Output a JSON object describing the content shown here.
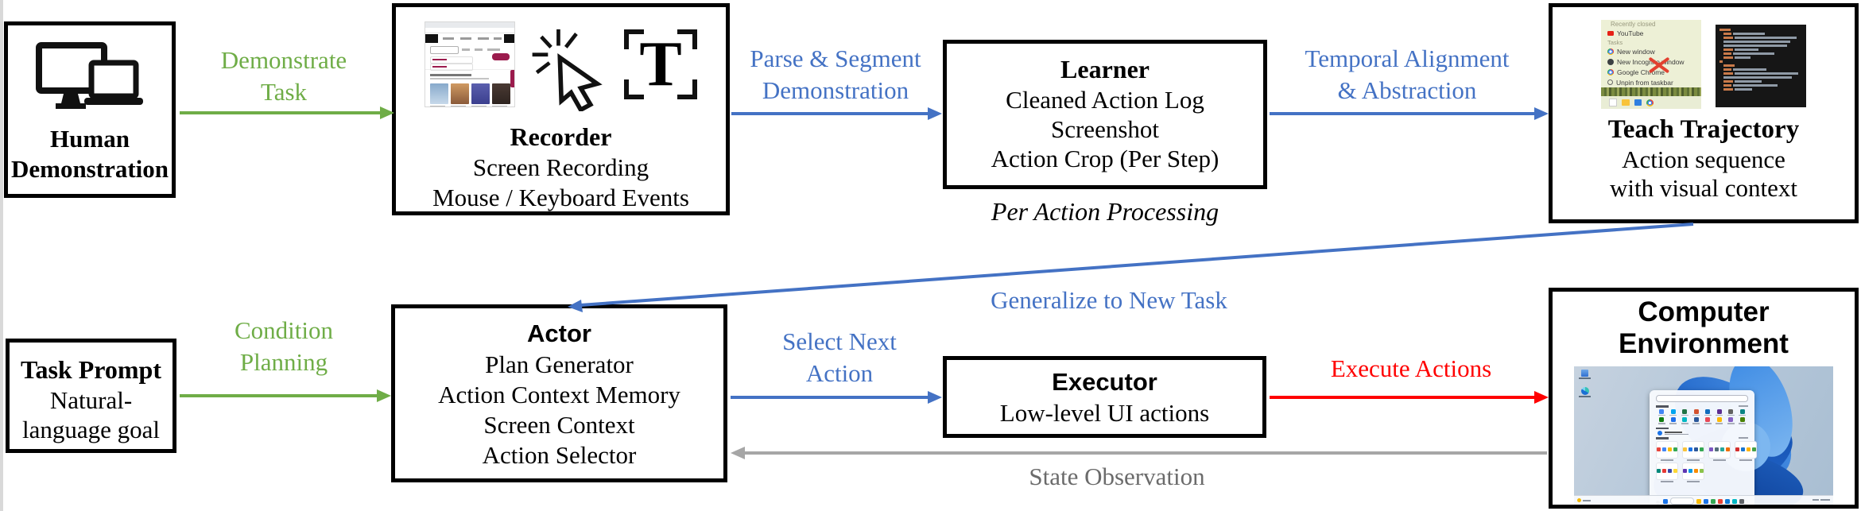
{
  "colors": {
    "arrow_green": "#6FAD47",
    "arrow_blue": "#4472C4",
    "arrow_red": "#FF0000",
    "arrow_gray": "#A6A6A6",
    "gray_text": "#6B6B6B",
    "box_border": "#000000"
  },
  "boxes": {
    "human_demo": {
      "title_line1": "Human",
      "title_line2": "Demonstration"
    },
    "recorder": {
      "title": "Recorder",
      "line1": "Screen Recording",
      "line2": "Mouse / Keyboard Events"
    },
    "learner": {
      "title": "Learner",
      "line1": "Cleaned Action Log",
      "line2": "Screenshot",
      "line3": "Action Crop (Per Step)",
      "caption": "Per Action Processing"
    },
    "teach_trajectory": {
      "title": "Teach Trajectory",
      "line1": "Action sequence",
      "line2": "with visual context",
      "menu": {
        "header": "Recently closed",
        "items": [
          "YouTube",
          "Tasks",
          "New window",
          "New Incognito window",
          "Google Chrome",
          "Unpin from taskbar"
        ]
      }
    },
    "task_prompt": {
      "title": "Task Prompt",
      "line1": "Natural-",
      "line2": "language goal"
    },
    "actor": {
      "title": "Actor",
      "line1": "Plan Generator",
      "line2": "Action Context Memory",
      "line3": "Screen Context",
      "line4": "Action Selector"
    },
    "executor": {
      "title": "Executor",
      "line1": "Low-level UI actions"
    },
    "computer_env": {
      "title": "Computer Environment"
    }
  },
  "labels": {
    "demonstrate_task": {
      "line1": "Demonstrate",
      "line2": "Task"
    },
    "parse_segment": {
      "line1": "Parse & Segment",
      "line2": "Demonstration"
    },
    "temporal": {
      "line1": "Temporal Alignment",
      "line2": "& Abstraction"
    },
    "generalize": "Generalize to New Task",
    "condition_planning": {
      "line1": "Condition",
      "line2": "Planning"
    },
    "select_next": {
      "line1": "Select Next",
      "line2": "Action"
    },
    "execute_actions": "Execute Actions",
    "state_observation": "State Observation"
  },
  "icons": {
    "text_capture_glyph": "T"
  }
}
